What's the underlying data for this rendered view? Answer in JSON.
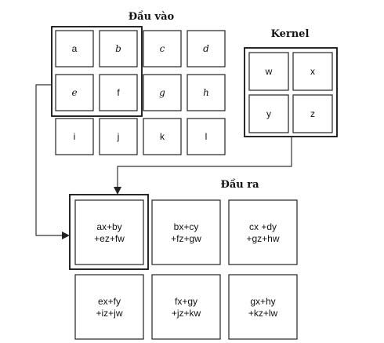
{
  "input": {
    "title": "Đầu vào",
    "cells": [
      {
        "label": "a",
        "italic": false
      },
      {
        "label": "b",
        "italic": true
      },
      {
        "label": "c",
        "italic": true
      },
      {
        "label": "d",
        "italic": true
      },
      {
        "label": "e",
        "italic": true
      },
      {
        "label": "f",
        "italic": false
      },
      {
        "label": "g",
        "italic": true
      },
      {
        "label": "h",
        "italic": true
      },
      {
        "label": "i",
        "italic": false
      },
      {
        "label": "j",
        "italic": false
      },
      {
        "label": "k",
        "italic": false
      },
      {
        "label": "l",
        "italic": false
      }
    ]
  },
  "kernel": {
    "title": "Kernel",
    "cells": [
      "w",
      "x",
      "y",
      "z"
    ]
  },
  "output": {
    "title": "Đầu ra",
    "cells": [
      {
        "line1": "ax+by",
        "line2": "+ez+fw"
      },
      {
        "line1": "bx+cy",
        "line2": "+fz+gw"
      },
      {
        "line1": "cx +dy",
        "line2": "+gz+hw"
      },
      {
        "line1": "ex+fy",
        "line2": "+iz+jw"
      },
      {
        "line1": "fx+gy",
        "line2": "+jz+kw"
      },
      {
        "line1": "gx+hy",
        "line2": "+kz+lw"
      }
    ]
  }
}
